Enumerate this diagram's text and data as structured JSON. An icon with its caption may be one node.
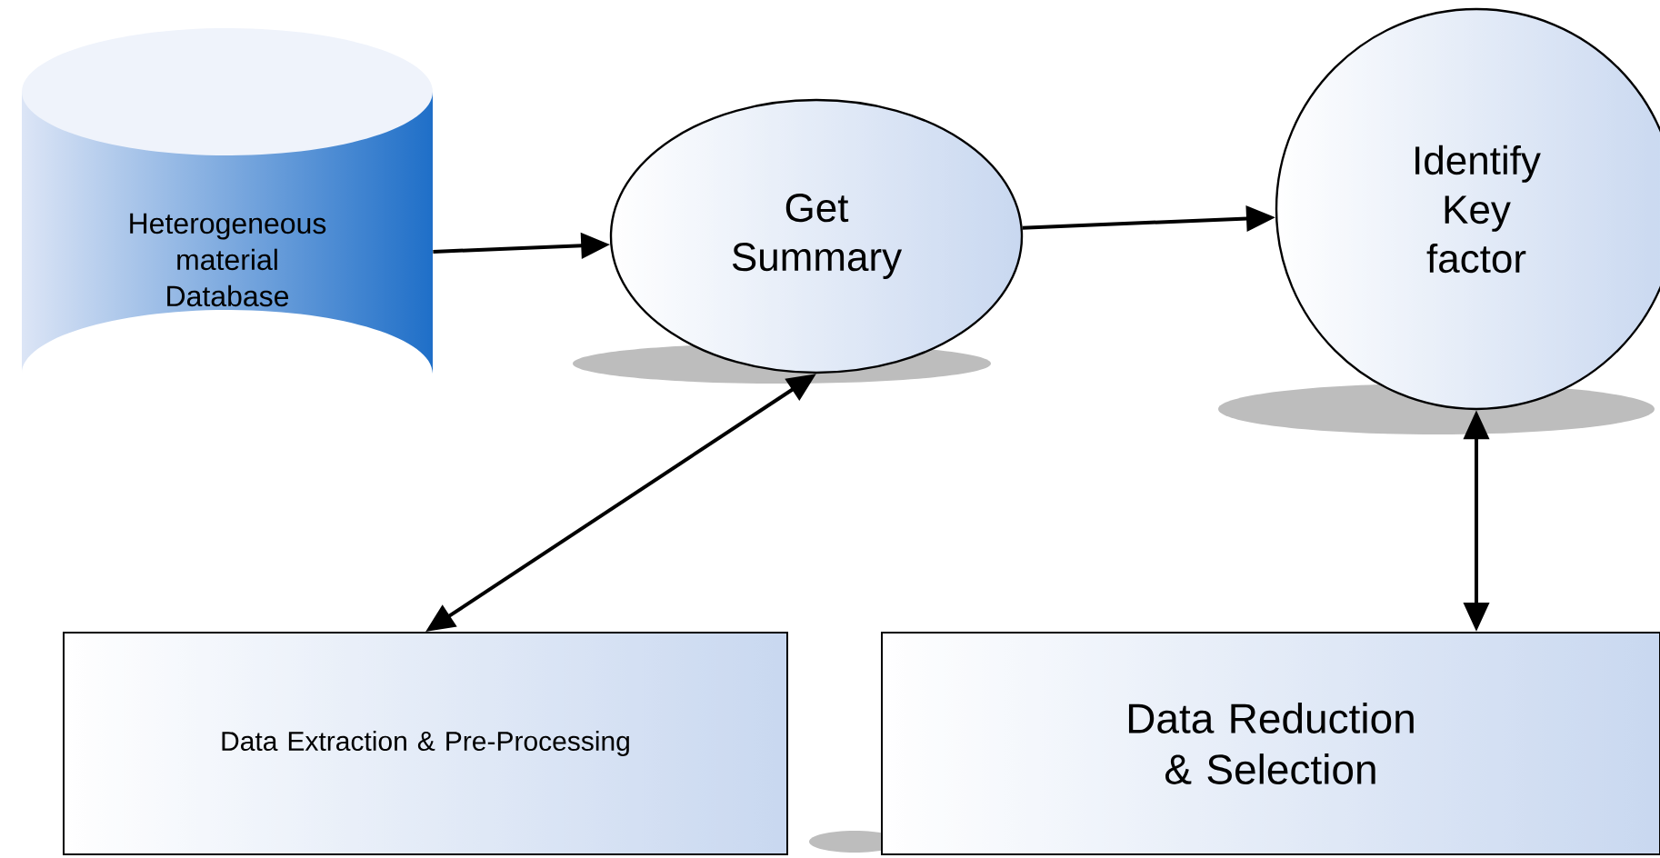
{
  "diagram": {
    "nodes": [
      {
        "text": [
          "Heterogeneous material Database"
        ]
      },
      {
        "text": [
          "Get Summary"
        ]
      },
      {
        "text": [
          "Identify Key factor"
        ]
      },
      {
        "text": [
          "Data Extraction & Pre-Processing"
        ]
      },
      {
        "text": [
          "Data Reduction & Selection"
        ]
      }
    ],
    "edges": [
      {
        "from": 0,
        "to": 1,
        "arrow": "to"
      },
      {
        "from": 1,
        "to": 2,
        "arrow": "to"
      },
      {
        "from": 1,
        "to": 3,
        "arrow": "both"
      },
      {
        "from": 2,
        "to": 4,
        "arrow": "both"
      }
    ]
  }
}
